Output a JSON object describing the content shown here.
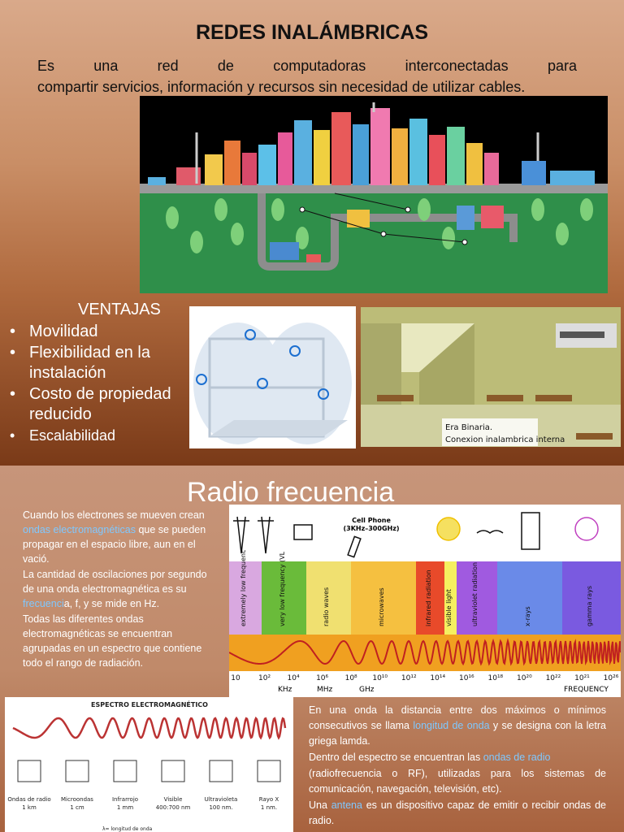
{
  "slide1": {
    "title": "REDES  INALÁMBRICAS",
    "body_line1": "Es una red de computadoras interconectadas para",
    "body_line2": "compartir servicios, información y recursos sin necesidad de utilizar cables.",
    "ventajas_title": "VENTAJAS",
    "ventajas": [
      "Movilidad",
      "Flexibilidad en la instalación",
      "Costo de propiedad reducido",
      "Escalabilidad"
    ],
    "office_caption_1": "Era Binaria.",
    "office_caption_2": "Conexion inalambrica interna"
  },
  "slide2": {
    "title": "Radio frecuencia",
    "para1_pre": "Cuando los electrones se mueven crean ",
    "para1_hl": "ondas electromagnéticas",
    "para1_post": " que se pueden propagar en el espacio libre, aun en el vació.",
    "para2_pre": "La cantidad de oscilaciones por segundo de una onda electromagnética es su ",
    "para2_hl": "frecuenci",
    "para2_post": "a, f, y se mide en Hz.",
    "para3": "Todas las diferentes ondas electromagnéticas  se encuentran agrupadas en un espectro que contiene todo el rango de radiación.",
    "para4_pre": "En  una onda la distancia entre dos máximos o mínimos consecutivos se llama ",
    "para4_hl": "longitud de onda",
    "para4_post": " y se designa con la letra griega lamda.",
    "para5_pre": "Dentro del espectro se encuentran las  ",
    "para5_hl": "ondas de radio",
    "para6": "(radiofrecuencia o RF), utilizadas para los sistemas de comunicación, navegación, televisión, etc).",
    "para7_pre": "Una ",
    "para7_hl": "antena",
    "para7_post": " es un dispositivo capaz de emitir o recibir ondas de radio."
  },
  "spectrum": {
    "cell_phone": "Cell Phone",
    "cell_range": "(3KHz–300GHz)",
    "bands": [
      "extremely low frequency (ELF)",
      "very low frequency (VLF)",
      "radio waves",
      "microwaves",
      "infrared radiation",
      "visible light",
      "ultraviolet radiation",
      "x-rays",
      "gamma rays"
    ],
    "ticks": [
      "10",
      "10²",
      "10⁴",
      "10⁶",
      "10⁸",
      "10¹⁰",
      "10¹²",
      "10¹⁴",
      "10¹⁶",
      "10¹⁸",
      "10²⁰",
      "10²²",
      "10²¹",
      "10²⁶"
    ],
    "units": [
      "KHz",
      "MHz",
      "GHz"
    ],
    "frequency_label": "FREQUENCY"
  },
  "em_panel": {
    "title": "ESPECTRO ELECTROMAGNÉTICO",
    "items": [
      {
        "name": "Ondas de radio",
        "size": "1 km"
      },
      {
        "name": "Microondas",
        "size": "1 cm"
      },
      {
        "name": "Infrarrojo",
        "size": "1 mm"
      },
      {
        "name": "Visible",
        "size": "400:700 nm"
      },
      {
        "name": "Ultravioleta",
        "size": "100 nm."
      },
      {
        "name": "Rayo X",
        "size": "1 nm."
      }
    ],
    "lambda_note": "λ= longitud de onda"
  },
  "colors": {
    "highlight": "#7fc8ff",
    "city_bg": "#000000",
    "grass": "#2f8f4a"
  }
}
